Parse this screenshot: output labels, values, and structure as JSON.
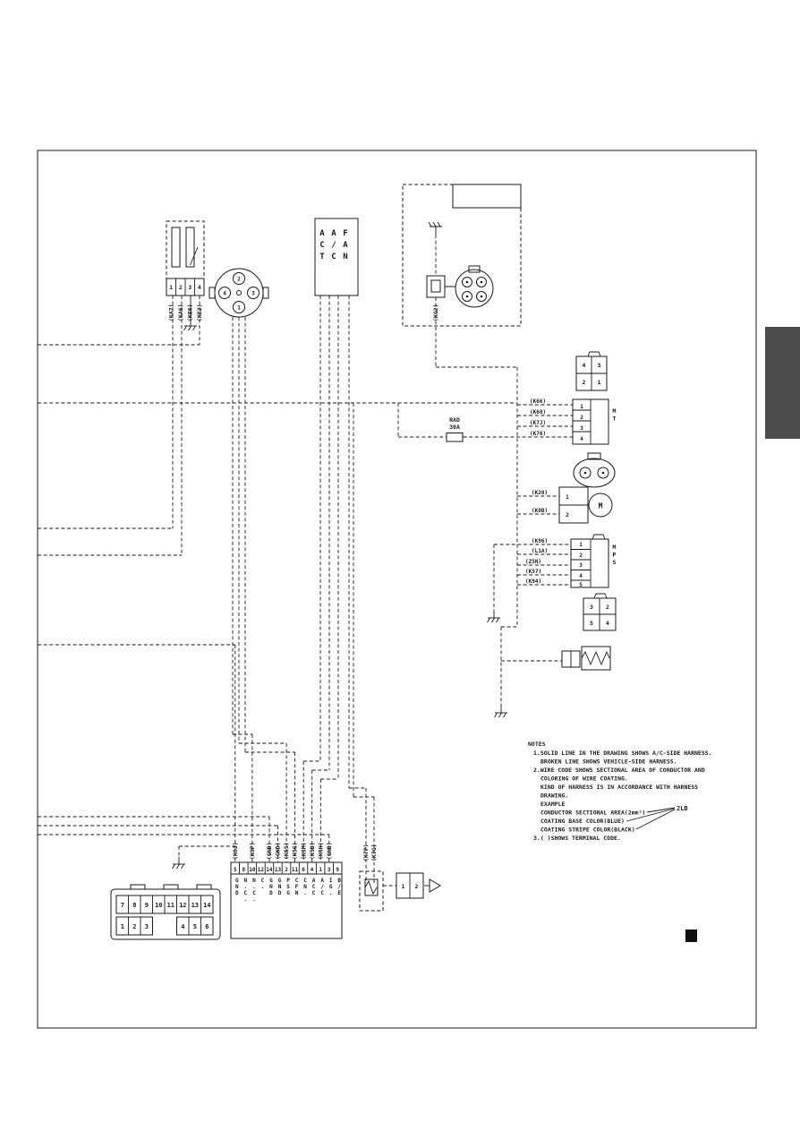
{
  "colors": {
    "ink": "#1a1a1a",
    "tab": "#4d4d4d"
  },
  "relay": {
    "pins": [
      "1",
      "2",
      "3",
      "4"
    ],
    "codes": [
      "(KA7)",
      "(KA6)",
      "(KE6)",
      "(KE2)"
    ]
  },
  "round_connector": {
    "pin_top": "2",
    "pin_left": "4",
    "pin_right": "3",
    "pin_bottom": "1"
  },
  "fan_actuator": {
    "col1": "ACT",
    "col2": "A/C",
    "col3": "FAN"
  },
  "kg2": {
    "code": "(KG2)"
  },
  "fuse": {
    "name": "RAD",
    "rating": "30A"
  },
  "right_side": {
    "mate_pins": [
      "4",
      "3",
      "2",
      "1"
    ],
    "fan_codes": [
      "(K66)",
      "(K68)",
      "(K7J)",
      "(K76)"
    ],
    "fan_pins": [
      "1",
      "2",
      "3",
      "4"
    ],
    "fan_tag": "MT",
    "motor_codes": [
      "(K20)",
      "(K0B)"
    ],
    "motor_pins": [
      "1",
      "2"
    ],
    "motor_label": "M",
    "switch_codes": [
      "(K96)",
      "(L1A)",
      "(Z5N)",
      "(K57)",
      "(K94)"
    ],
    "switch_pins": [
      "1",
      "2",
      "3",
      "4",
      "5"
    ],
    "switch_tag": "MPS",
    "switch_mate_pins": [
      "3",
      "2",
      "5",
      "4"
    ]
  },
  "notes": {
    "title": "NOTES",
    "l1": "1.SOLID LINE IN THE DRAWING SHOWS A/C-SIDE HARNESS.",
    "l2": "BROKEN LINE SHOWS VEHICLE-SIDE HARNESS.",
    "l3": "2.WIRE CODE SHOWS SECTIONAL AREA OF CONDUCTOR AND",
    "l4": "COLORING OF WIRE COATING.",
    "l5": "KIND OF HARNESS IS IN ACCORDANCE WITH HARNESS",
    "l6": "DRAWING.",
    "l7": "EXAMPLE",
    "l8": "CONDUCTOR SECTIONAL AREA(2mm²)",
    "l9": "COATING BASE COLOR(BLUE)",
    "l10": "COATING STRIPE COLOR(BLACK)",
    "l11": "3.( )SHOWS TERMINAL CODE.",
    "example_code": "2LB"
  },
  "ecu": {
    "pins": [
      "5",
      "8",
      "10",
      "12",
      "14",
      "13",
      "2",
      "11",
      "6",
      "4",
      "1",
      "3",
      "9"
    ],
    "names": [
      "GND",
      "N.C.",
      "N.C.",
      "C.",
      "GND",
      "GND",
      "PSG",
      "CFN",
      "CN.",
      "ACC",
      "A/C",
      "IG.",
      "B/E"
    ],
    "codes": [
      "(K9J)",
      "(K9P)",
      "(GND)",
      "(GND)",
      "(K5S)",
      "(K5G)",
      "(K5M)",
      "(K5D)",
      "(K5H)",
      "(GND)"
    ]
  },
  "resistor_codes": [
    "(K7P)",
    "(K7G)"
  ],
  "plug": {
    "pins": [
      "1",
      "2"
    ]
  },
  "connector14": {
    "top": [
      "7",
      "8",
      "9",
      "10",
      "11",
      "12",
      "13",
      "14"
    ],
    "bottom_left": [
      "1",
      "2",
      "3"
    ],
    "bottom_right": [
      "4",
      "5",
      "6"
    ]
  }
}
